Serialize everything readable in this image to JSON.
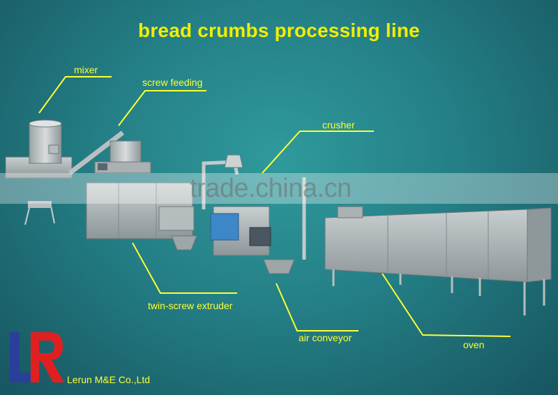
{
  "title": "bread crumbs processing line",
  "labels": {
    "mixer": "mixer",
    "screw_feeding": "screw feeding",
    "crusher": "crusher",
    "twin_screw_extruder": "twin-screw extruder",
    "air_conveyor": "air conveyor",
    "oven": "oven"
  },
  "watermark": "trade.china.cn",
  "logo": {
    "text": "LR",
    "color": "#2a3f9a",
    "accent": "#e02020"
  },
  "company": "Lerun M&E Co.,Ltd",
  "colors": {
    "label": "#ffff33",
    "title": "#f2ee00",
    "leader_line": "#ffff33"
  }
}
